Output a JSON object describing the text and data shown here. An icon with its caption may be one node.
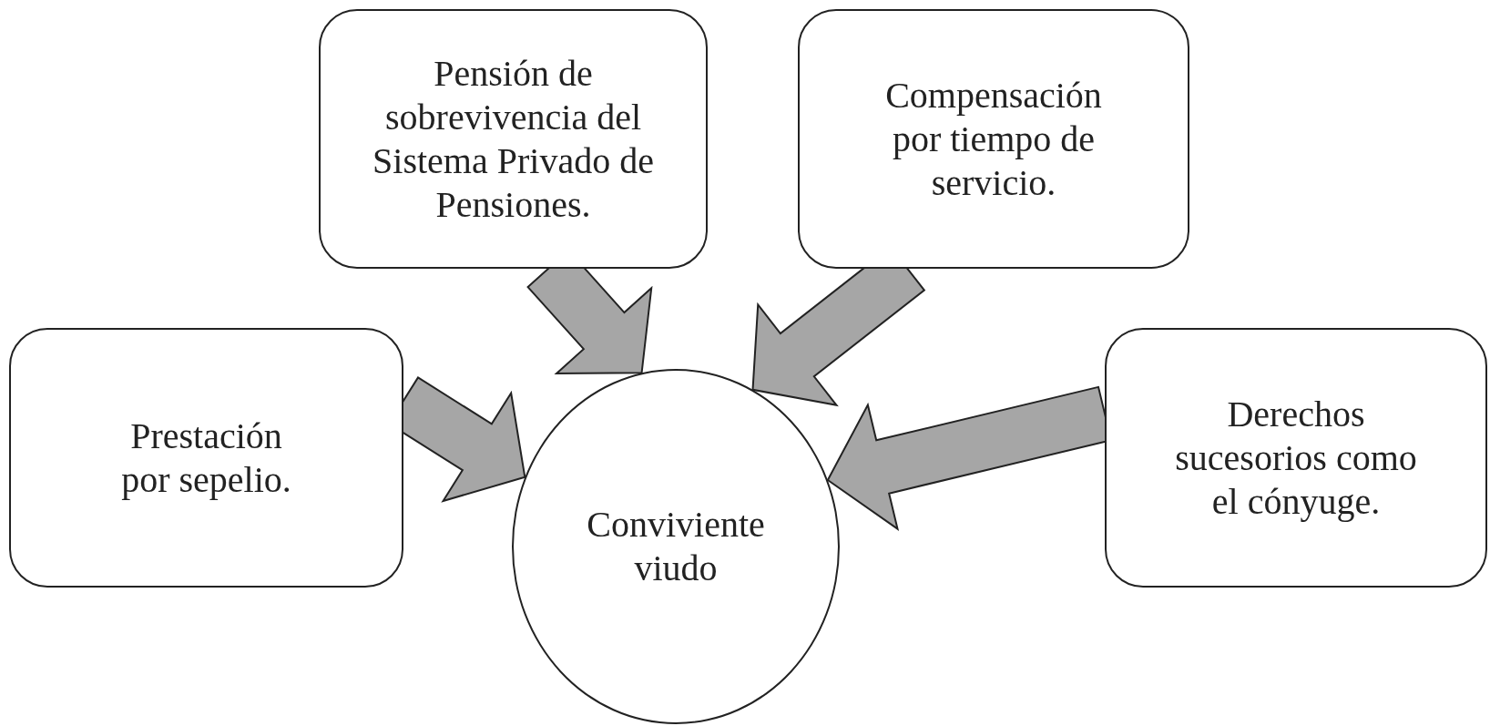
{
  "diagram": {
    "nodes": [
      {
        "text": [
          "Pensión de sobrevivencia del Sistema Privado de Pensiones."
        ]
      },
      {
        "text": [
          "Compensación por tiempo de servicio."
        ]
      },
      {
        "text": [
          "Prestación por sepelio."
        ]
      },
      {
        "text": [
          "Derechos sucesorios como el cónyuge."
        ]
      },
      {
        "text": [
          "Conviviente viudo"
        ]
      }
    ],
    "edges": [
      {
        "from": 0,
        "to": 4,
        "arrow": "to",
        "style": "thick"
      },
      {
        "from": 1,
        "to": 4,
        "arrow": "to",
        "style": "thick"
      },
      {
        "from": 2,
        "to": 4,
        "arrow": "to",
        "style": "thick"
      },
      {
        "from": 3,
        "to": 4,
        "arrow": "to",
        "style": "thick"
      }
    ]
  }
}
